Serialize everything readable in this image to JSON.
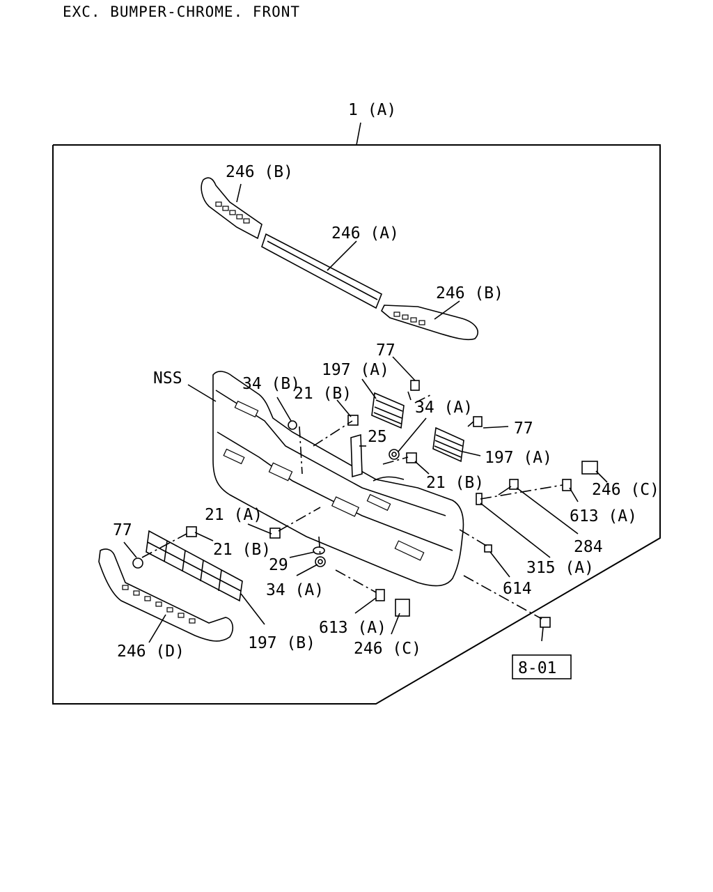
{
  "title": "EXC. BUMPER-CHROME. FRONT",
  "assembly_label": "1 (A)",
  "reference_box": "8-01",
  "callouts": {
    "c246b_top": "246 (B)",
    "c246a": "246 (A)",
    "c246b_right": "246 (B)",
    "c77_top": "77",
    "c197a_top": "197 (A)",
    "nss": "NSS",
    "c34b": "34 (B)",
    "c21b_top": "21 (B)",
    "c34a_top": "34 (A)",
    "c77_right": "77",
    "c25": "25",
    "c197a_right": "197 (A)",
    "c21b_mid": "21 (B)",
    "c246c_right": "246 (C)",
    "c613a_right": "613 (A)",
    "c284": "284",
    "c315a": "315 (A)",
    "c614": "614",
    "c77_left": "77",
    "c21a": "21 (A)",
    "c21b_left": "21 (B)",
    "c29": "29",
    "c34a_bottom": "34 (A)",
    "c613a_bottom": "613 (A)",
    "c246c_bottom": "246 (C)",
    "c197b": "197 (B)",
    "c246d": "246 (D)"
  }
}
